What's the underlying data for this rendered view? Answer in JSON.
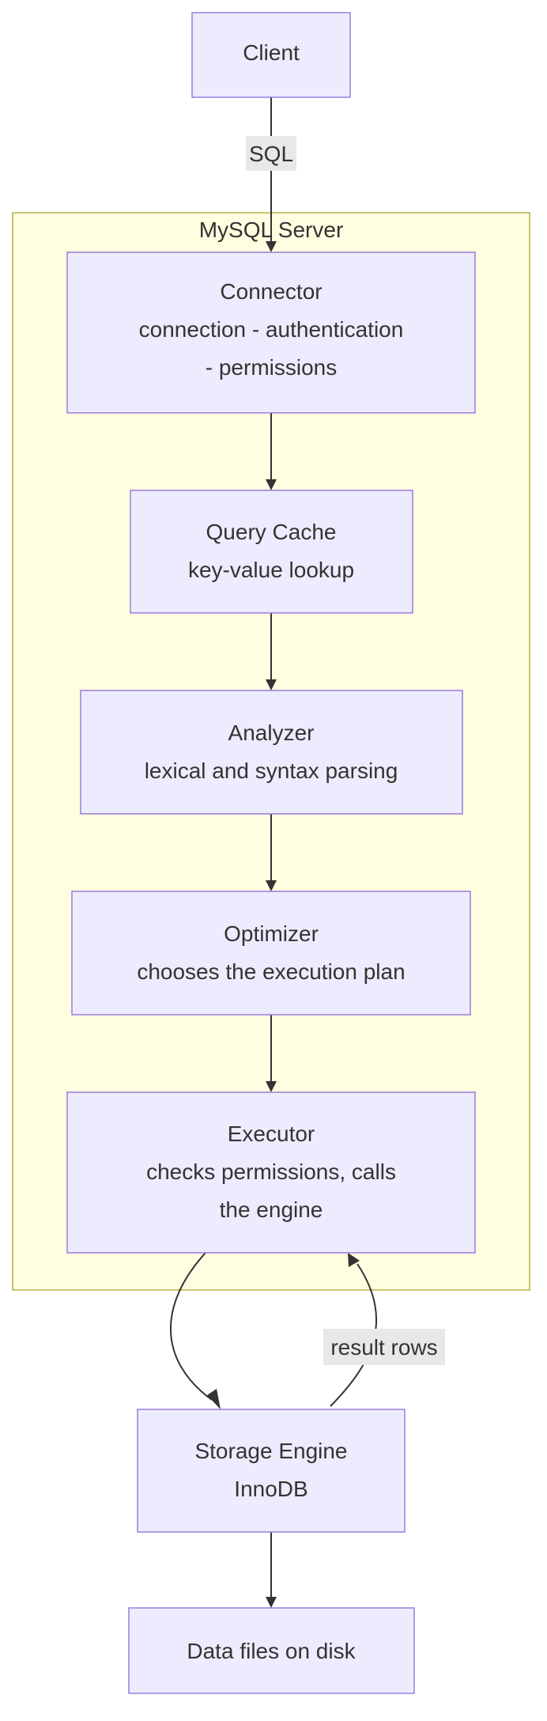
{
  "cluster": {
    "label": "MySQL Server"
  },
  "nodes": {
    "client": {
      "lines": [
        "Client"
      ]
    },
    "connector": {
      "lines": [
        "Connector",
        "connection - authentication",
        "- permissions"
      ]
    },
    "query_cache": {
      "lines": [
        "Query Cache",
        "key-value lookup"
      ]
    },
    "analyzer": {
      "lines": [
        "Analyzer",
        "lexical and syntax parsing"
      ]
    },
    "optimizer": {
      "lines": [
        "Optimizer",
        "chooses the execution plan"
      ]
    },
    "executor": {
      "lines": [
        "Executor",
        "checks permissions, calls",
        "the engine"
      ]
    },
    "storage_engine": {
      "lines": [
        "Storage Engine",
        "InnoDB"
      ]
    },
    "data_files": {
      "lines": [
        "Data files on disk"
      ]
    }
  },
  "edges": {
    "client_to_connector": {
      "label": "SQL"
    },
    "engine_to_executor": {
      "label": "result rows"
    }
  }
}
